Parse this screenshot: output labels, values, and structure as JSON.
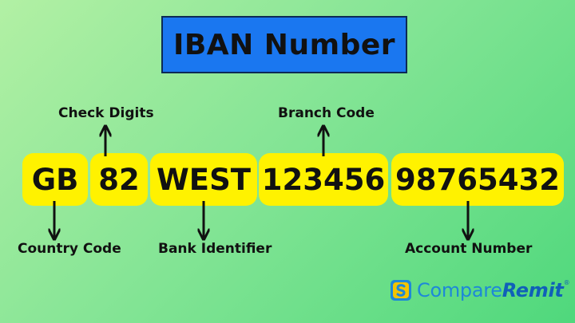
{
  "title": "IBAN Number",
  "segments": [
    {
      "text": "GB",
      "label": "Country Code"
    },
    {
      "text": "82",
      "label": "Check Digits"
    },
    {
      "text": "WEST",
      "label": "Bank Identifier"
    },
    {
      "text": "123456",
      "label": "Branch Code"
    },
    {
      "text": "98765432",
      "label": "Account Number"
    }
  ],
  "logo": {
    "part1": "Compare",
    "part2": "Remit",
    "mark": "®"
  },
  "colors": {
    "title_bg": "#1a77f0",
    "segment_bg": "#fff200",
    "background": "#7fe38f",
    "logo_blue": "#1e88d8"
  },
  "icons": {
    "logo": "compareremit-logo-icon",
    "arrows": "arrow-icon"
  }
}
